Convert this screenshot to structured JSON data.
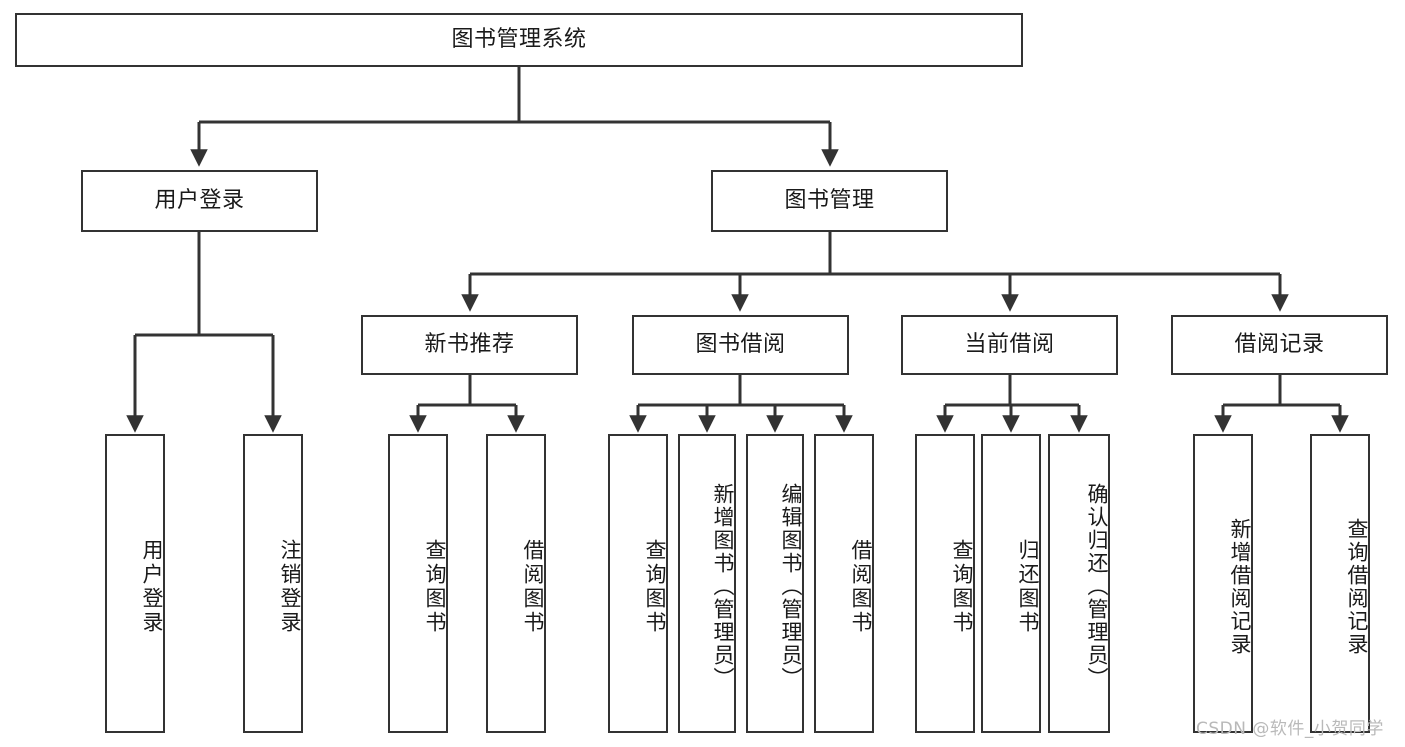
{
  "diagram": {
    "title": "图书管理系统",
    "type": "hierarchy-tree",
    "colors": {
      "box_border": "#333333",
      "box_fill": "#ffffff",
      "edge": "#333333",
      "text": "#1a1a1a",
      "watermark": "#b9b9b9",
      "background": "#ffffff"
    },
    "nodes": {
      "root": {
        "label": "图书管理系统"
      },
      "level2": [
        {
          "id": "user-login",
          "label": "用户登录"
        },
        {
          "id": "book-management",
          "label": "图书管理"
        }
      ],
      "level3": [
        {
          "id": "new-book-recommend",
          "label": "新书推荐"
        },
        {
          "id": "book-borrow",
          "label": "图书借阅"
        },
        {
          "id": "current-borrow",
          "label": "当前借阅"
        },
        {
          "id": "borrow-record",
          "label": "借阅记录"
        }
      ],
      "leaves": {
        "user-login": [
          {
            "id": "user-login-leaf",
            "label": "用户登录"
          },
          {
            "id": "logout-leaf",
            "label": "注销登录"
          }
        ],
        "new-book-recommend": [
          {
            "id": "query-book-1",
            "label": "查询图书"
          },
          {
            "id": "borrow-book-1",
            "label": "借阅图书"
          }
        ],
        "book-borrow": [
          {
            "id": "query-book-2",
            "label": "查询图书"
          },
          {
            "id": "add-book-admin",
            "label": "新增图书（管理员）"
          },
          {
            "id": "edit-book-admin",
            "label": "编辑图书（管理员）"
          },
          {
            "id": "borrow-book-2",
            "label": "借阅图书"
          }
        ],
        "current-borrow": [
          {
            "id": "query-book-3",
            "label": "查询图书"
          },
          {
            "id": "return-book",
            "label": "归还图书"
          },
          {
            "id": "confirm-return-admin",
            "label": "确认归还（管理员）"
          }
        ],
        "borrow-record": [
          {
            "id": "add-borrow-record",
            "label": "新增借阅记录"
          },
          {
            "id": "query-borrow-record",
            "label": "查询借阅记录"
          }
        ]
      }
    }
  },
  "watermark": {
    "text": "CSDN @软件_小贺同学"
  }
}
